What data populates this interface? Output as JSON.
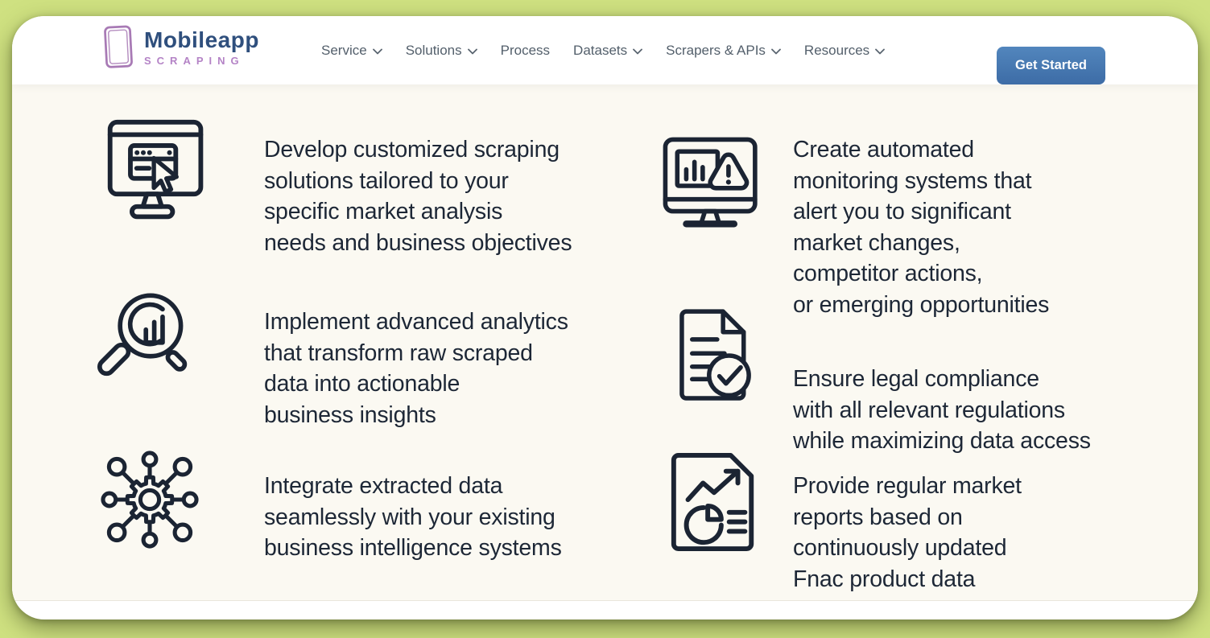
{
  "page": {
    "outer_bg_color": "#cfe181",
    "card_color": "#ffffff",
    "content_bg_color": "#fbf9f2",
    "text_color": "#1d2736"
  },
  "header": {
    "logo": {
      "title": "Mobileapp",
      "subtitle": "SCRAPING",
      "title_color": "#2f4f7d",
      "subtitle_color": "#b483c6",
      "icon": "phone-outline-icon"
    },
    "nav": [
      {
        "label": "Service",
        "has_dropdown": true
      },
      {
        "label": "Solutions",
        "has_dropdown": true
      },
      {
        "label": "Process",
        "has_dropdown": false
      },
      {
        "label": "Datasets",
        "has_dropdown": true
      },
      {
        "label": "Scrapers & APIs",
        "has_dropdown": true
      },
      {
        "label": "Resources",
        "has_dropdown": true
      }
    ],
    "cta": {
      "label": "Get Started",
      "color": "#3d6ca6"
    }
  },
  "features": [
    {
      "icon": "monitor-browser-cursor-icon",
      "text": "Develop customized scraping\nsolutions tailored to your\nspecific market analysis\nneeds and business objectives"
    },
    {
      "icon": "monitor-chart-alert-icon",
      "text": "Create automated\nmonitoring systems that\nalert you to significant\nmarket changes,\ncompetitor actions,\nor emerging opportunities"
    },
    {
      "icon": "magnifier-bar-chart-icon",
      "text": "Implement advanced analytics\nthat transform raw scraped\ndata into actionable\nbusiness insights"
    },
    {
      "icon": "document-checkmark-icon",
      "text": "Ensure legal compliance\nwith all relevant regulations\nwhile maximizing data access"
    },
    {
      "icon": "gear-network-icon",
      "text": "Integrate extracted data\nseamlessly with your existing\nbusiness intelligence systems"
    },
    {
      "icon": "report-trend-pie-icon",
      "text": "Provide regular market\nreports based on\ncontinuously updated\nFnac product data"
    }
  ]
}
